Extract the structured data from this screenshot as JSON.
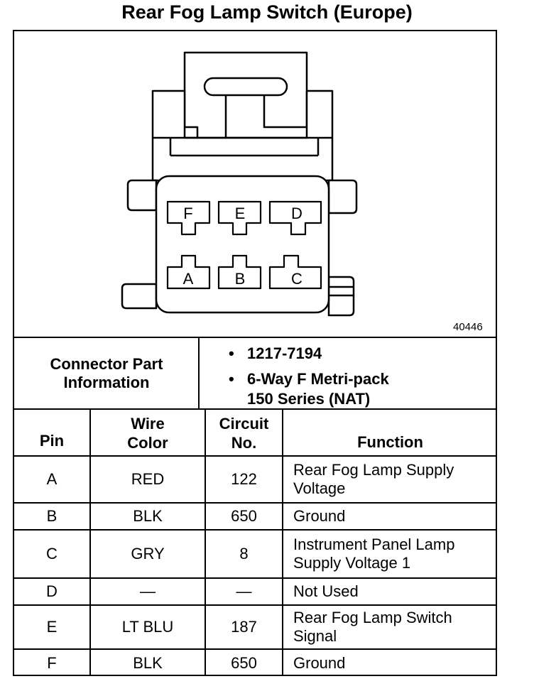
{
  "title": "Rear Fog Lamp Switch (Europe)",
  "figure": {
    "number": "40446",
    "pins_top": [
      "F",
      "E",
      "D"
    ],
    "pins_bottom": [
      "A",
      "B",
      "C"
    ]
  },
  "connector": {
    "label_line1": "Connector Part",
    "label_line2": "Information",
    "bullet": "•",
    "part_number": "1217-7194",
    "type_line1": "6-Way F Metri-pack",
    "type_line2": "150 Series (NAT)"
  },
  "table": {
    "headers": {
      "pin": "Pin",
      "wire_color_l1": "Wire",
      "wire_color_l2": "Color",
      "circuit_l1": "Circuit",
      "circuit_l2": "No.",
      "function": "Function"
    },
    "rows": [
      {
        "pin": "A",
        "color": "RED",
        "circuit": "122",
        "function_l1": "Rear Fog Lamp Supply",
        "function_l2": "Voltage"
      },
      {
        "pin": "B",
        "color": "BLK",
        "circuit": "650",
        "function_l1": "Ground",
        "function_l2": ""
      },
      {
        "pin": "C",
        "color": "GRY",
        "circuit": "8",
        "function_l1": "Instrument Panel Lamp",
        "function_l2": "Supply Voltage 1"
      },
      {
        "pin": "D",
        "color": "—",
        "circuit": "—",
        "function_l1": "Not Used",
        "function_l2": ""
      },
      {
        "pin": "E",
        "color": "LT BLU",
        "circuit": "187",
        "function_l1": "Rear Fog Lamp Switch",
        "function_l2": "Signal"
      },
      {
        "pin": "F",
        "color": "BLK",
        "circuit": "650",
        "function_l1": "Ground",
        "function_l2": ""
      }
    ]
  }
}
